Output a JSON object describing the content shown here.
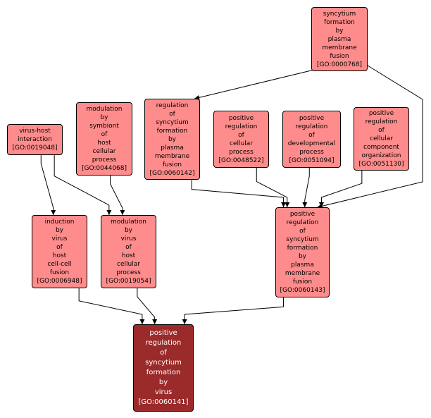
{
  "colors": {
    "node": "#ff8c8c",
    "focus_node": "#9b2a2a",
    "edge": "#000000"
  },
  "nodes": {
    "n768": {
      "lines": [
        "syncytium",
        "formation",
        "by",
        "plasma",
        "membrane",
        "fusion",
        "[GO:0000768]"
      ]
    },
    "n142": {
      "lines": [
        "regulation",
        "of",
        "syncytium",
        "formation",
        "by",
        "plasma",
        "membrane",
        "fusion",
        "[GO:0060142]"
      ]
    },
    "n48522": {
      "lines": [
        "positive",
        "regulation",
        "of",
        "cellular",
        "process",
        "[GO:0048522]"
      ]
    },
    "n51094": {
      "lines": [
        "positive",
        "regulation",
        "of",
        "developmental",
        "process",
        "[GO:0051094]"
      ]
    },
    "n51130": {
      "lines": [
        "positive",
        "regulation",
        "of",
        "cellular",
        "component",
        "organization",
        "[GO:0051130]"
      ]
    },
    "n19048": {
      "lines": [
        "virus-host",
        "interaction",
        "[GO:0019048]"
      ]
    },
    "n44068": {
      "lines": [
        "modulation",
        "by",
        "symbiont",
        "of",
        "host",
        "cellular",
        "process",
        "[GO:0044068]"
      ]
    },
    "n6948": {
      "lines": [
        "induction",
        "by",
        "virus",
        "of",
        "host",
        "cell-cell",
        "fusion",
        "[GO:0006948]"
      ]
    },
    "n19054": {
      "lines": [
        "modulation",
        "by",
        "virus",
        "of",
        "host",
        "cellular",
        "process",
        "[GO:0019054]"
      ]
    },
    "n143": {
      "lines": [
        "positive",
        "regulation",
        "of",
        "syncytium",
        "formation",
        "by",
        "plasma",
        "membrane",
        "fusion",
        "[GO:0060143]"
      ]
    },
    "n141": {
      "lines": [
        "positive",
        "regulation",
        "of",
        "syncytium",
        "formation",
        "by",
        "virus",
        "[GO:0060141]"
      ]
    }
  },
  "edges": [
    [
      "n768",
      "n142"
    ],
    [
      "n768",
      "n143"
    ],
    [
      "n142",
      "n143"
    ],
    [
      "n48522",
      "n143"
    ],
    [
      "n51094",
      "n143"
    ],
    [
      "n51130",
      "n143"
    ],
    [
      "n19048",
      "n6948"
    ],
    [
      "n19048",
      "n19054"
    ],
    [
      "n44068",
      "n19054"
    ],
    [
      "n6948",
      "n141"
    ],
    [
      "n19054",
      "n141"
    ],
    [
      "n143",
      "n141"
    ]
  ]
}
